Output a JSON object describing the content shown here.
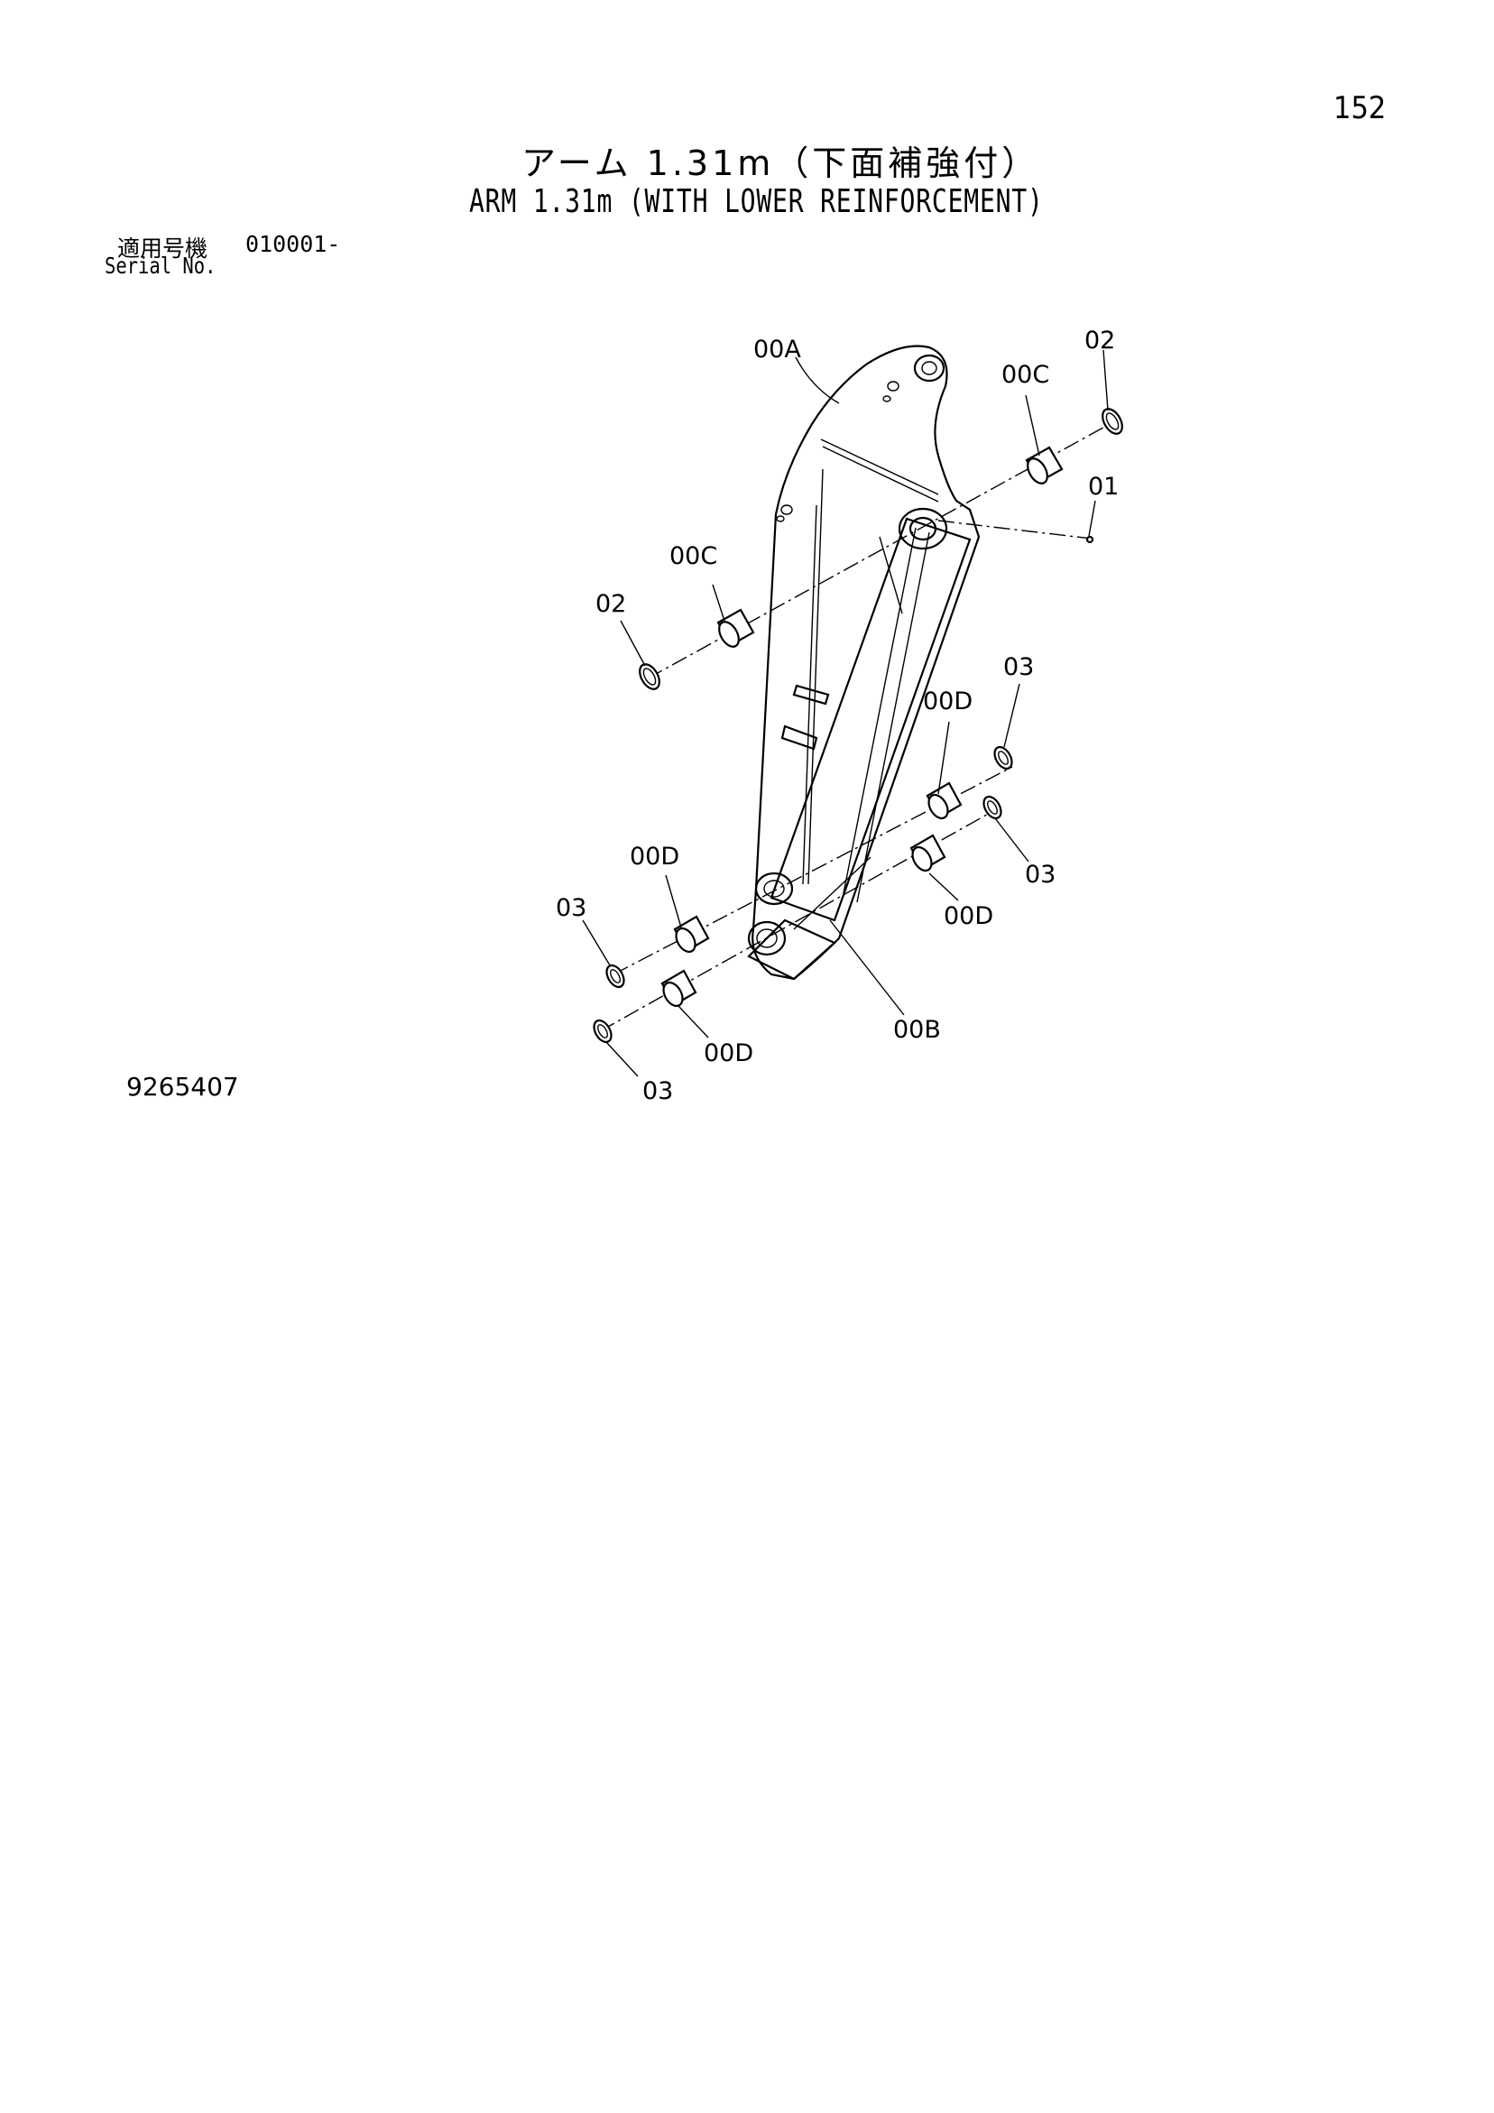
{
  "page": {
    "number": "152",
    "title_jp": "アーム 1.31m（下面補強付）",
    "title_en": "ARM 1.31m (WITH LOWER REINFORCEMENT)",
    "serial_label_jp": "適用号機",
    "serial_range": "010001-",
    "serial_label_en": "Serial No.",
    "drawing_number": "9265407"
  },
  "callouts": {
    "arm_body": "00A",
    "bracket": "00B",
    "bushing_top_right": "00C",
    "bushing_top_left": "00C",
    "bushing_mid_right_upper": "00D",
    "bushing_mid_right_lower": "00D",
    "bushing_left_upper": "00D",
    "bushing_left_lower": "00D",
    "grease_fitting": "01",
    "ring_top_right": "02",
    "ring_top_left": "02",
    "ring_right_upper": "03",
    "ring_right_lower": "03",
    "ring_left_upper": "03",
    "ring_left_lower": "03"
  }
}
